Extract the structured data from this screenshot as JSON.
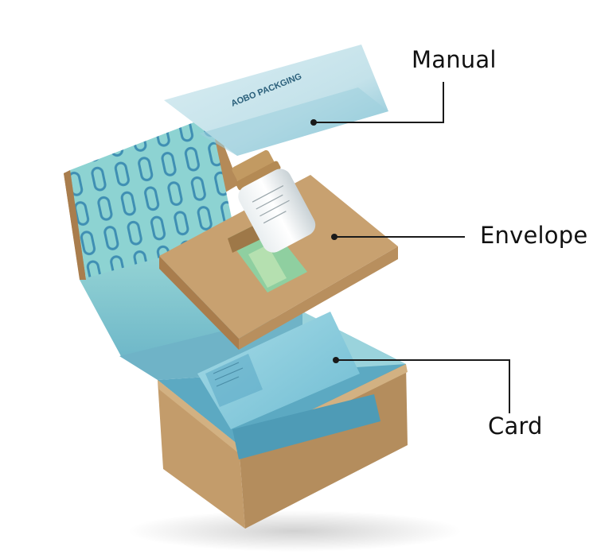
{
  "image": {
    "description": "Exploded view of a kraft mailer box packaging set with a printed manual card, a cardboard insert holding a bottle, and a printed envelope inside the box",
    "manual_brand_text": "AOBO PACKGING"
  },
  "callouts": [
    {
      "key": "manual",
      "label": "Manual"
    },
    {
      "key": "envelope",
      "label": "Envelope"
    },
    {
      "key": "card",
      "label": "Card"
    }
  ],
  "colors": {
    "kraft": "#c29a68",
    "kraft_dark": "#9e7848",
    "kraft_light": "#d4b488",
    "liner_blue": "#7fc4cf",
    "liner_teal": "#8dd3d2",
    "pattern_blue": "#3f8fb3",
    "manual_paper": "#cfe6ee",
    "envelope_blue": "#8ecfe0",
    "line": "#1a1a1a"
  }
}
